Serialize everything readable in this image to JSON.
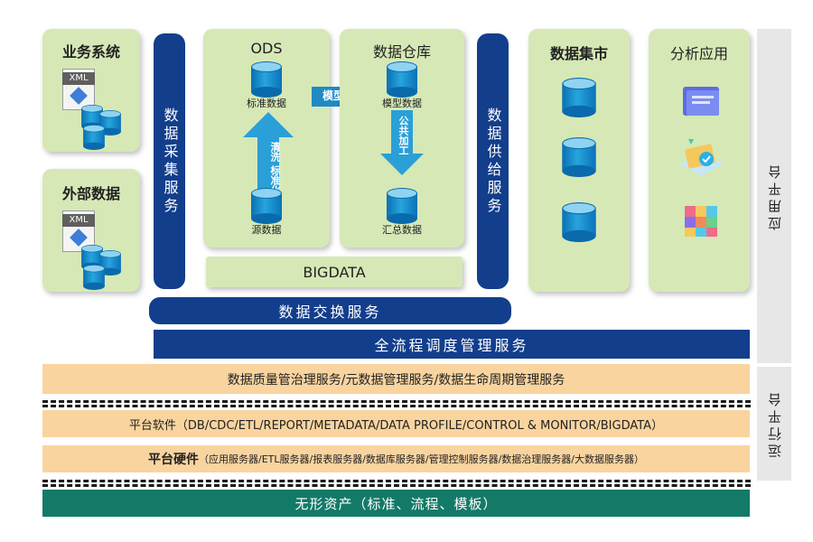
{
  "panels": {
    "business": {
      "title": "业务系统",
      "xml_label": "XML"
    },
    "external": {
      "title": "外部数据",
      "xml_label": "XML"
    },
    "ods": {
      "title": "ODS",
      "std_label": "标准数据",
      "src_label": "源数据",
      "arrow_label": "清洗 标准化"
    },
    "dw": {
      "title": "数据仓库",
      "model_label": "模型数据",
      "summary_label": "汇总数据",
      "arrow_label": "公共加工"
    },
    "modeling_label": "模型化",
    "mart": {
      "title": "数据集市"
    },
    "analysis": {
      "title": "分析应用"
    }
  },
  "bars": {
    "collect": "数据采集服务",
    "supply": "数据供给服务",
    "bigdata": "BIGDATA",
    "exchange": "数据交换服务",
    "schedule": "全流程调度管理服务",
    "quality": "数据质量管治理服务/元数据管理服务/数据生命周期管理服务",
    "software": "平台软件（DB/CDC/ETL/REPORT/METADATA/DATA PROFILE/CONTROL & MONITOR/BIGDATA）",
    "hardware_bold": "平台硬件",
    "hardware_detail": "（应用服务器/ETL服务器/报表服务器/数据库服务器/管理控制服务器/数据治理服务器/大数据服务器）",
    "assets": "无形资产（标准、流程、模板）"
  },
  "side": {
    "app_platform": "应用平台",
    "ops_platform": "运行平台"
  },
  "colors": {
    "navy": "#123e8c",
    "green_panel": "#d6e8b6",
    "orange": "#f9d49f",
    "teal": "#137a68"
  }
}
